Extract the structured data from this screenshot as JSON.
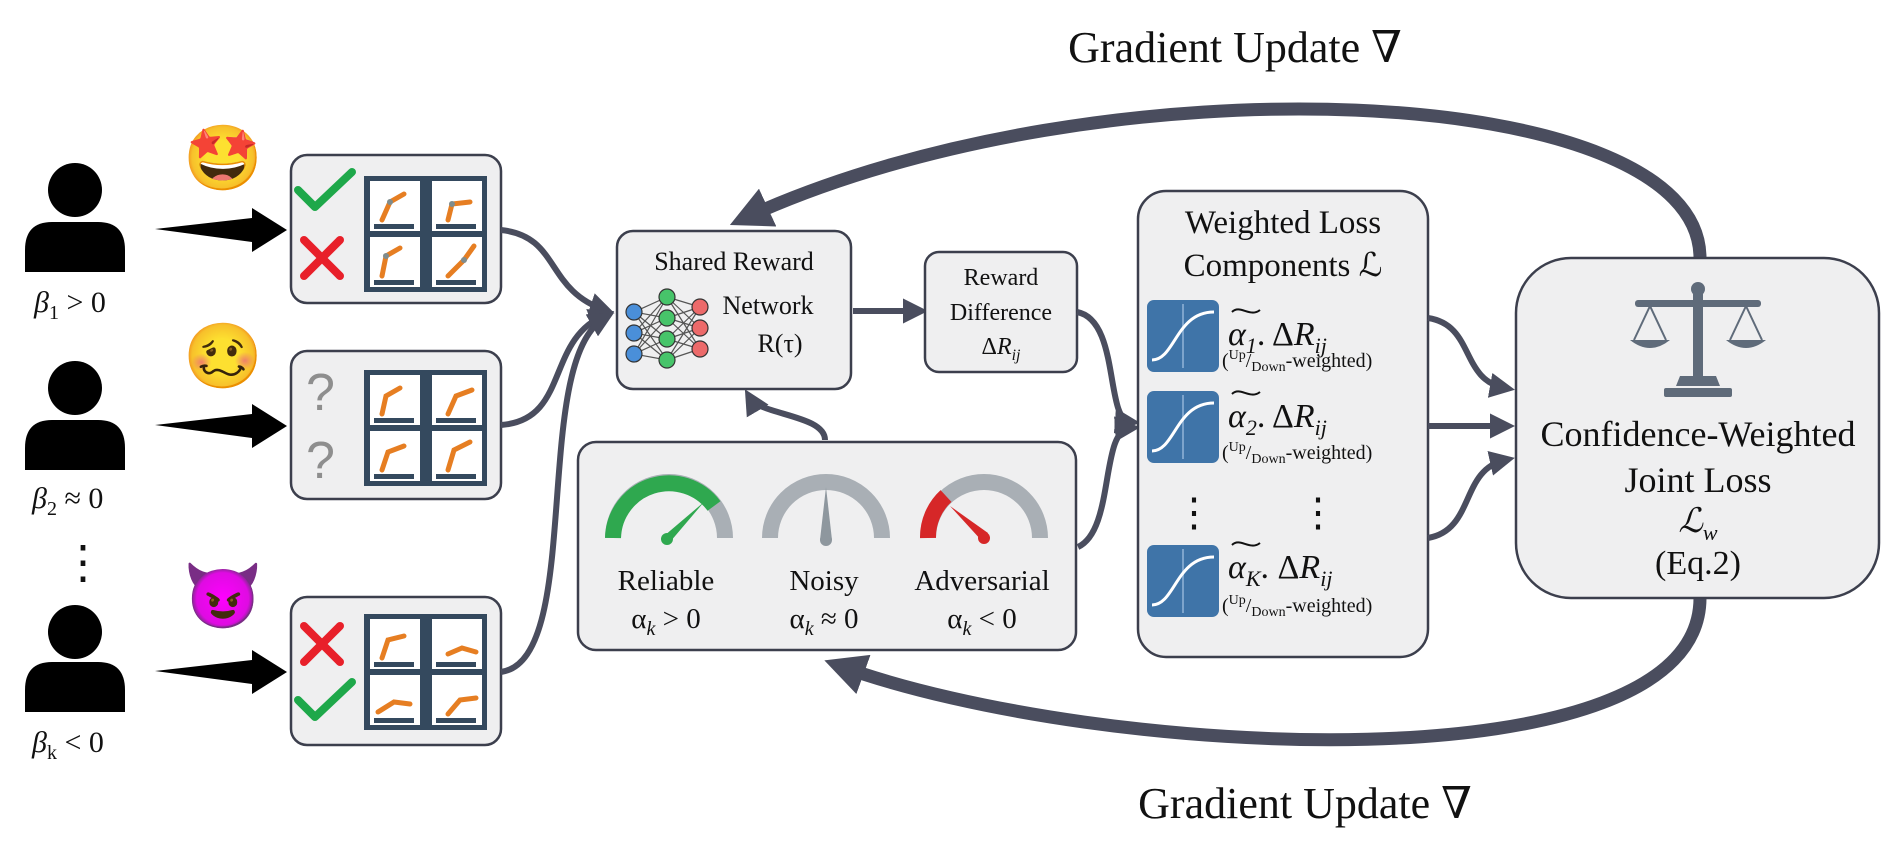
{
  "title_top": "Gradient Update ∇",
  "title_bottom": "Gradient Update ∇",
  "annotators": [
    {
      "beta_sym": "β",
      "beta_sub": "1",
      "beta_rel": " > 0",
      "emoji": "🤩",
      "marks": [
        "check",
        "cross"
      ]
    },
    {
      "beta_sym": "β",
      "beta_sub": "2",
      "beta_rel": " ≈ 0",
      "emoji": "🥴",
      "marks": [
        "question",
        "question"
      ]
    },
    {
      "beta_sym": "β",
      "beta_sub": "k",
      "beta_rel": " < 0",
      "emoji": "😈",
      "marks": [
        "cross",
        "check"
      ]
    }
  ],
  "ellipsis": "⋮",
  "shared_reward": {
    "line1": "Shared Reward",
    "line2": "Network",
    "line3": "R(τ)"
  },
  "reward_diff": {
    "line1": "Reward",
    "line2": "Difference",
    "line3_prefix": "Δ",
    "line3_var": "R",
    "line3_sub": "ij"
  },
  "gauges": [
    {
      "label": "Reliable",
      "alpha": "α",
      "alpha_sub": "k",
      "relation": " > 0",
      "color": "#2fa84f",
      "level": 0.75
    },
    {
      "label": "Noisy",
      "alpha": "α",
      "alpha_sub": "k",
      "relation": " ≈ 0",
      "color": "#8e979e",
      "level": 0.5
    },
    {
      "label": "Adversarial",
      "alpha": "α",
      "alpha_sub": "k",
      "relation": " < 0",
      "color": "#d62728",
      "level": 0.22
    }
  ],
  "weighted_loss": {
    "title1": "Weighted Loss",
    "title2": "Components ℒ",
    "rows": [
      {
        "alpha": "α",
        "sub": "1",
        "term": ". Δ",
        "var": "R",
        "var_sub": "ij",
        "note_up": "Up",
        "note_down": "Down",
        "note_rest": "-weighted)"
      },
      {
        "alpha": "α",
        "sub": "2",
        "term": ". Δ",
        "var": "R",
        "var_sub": "ij",
        "note_up": "Up",
        "note_down": "Down",
        "note_rest": "-weighted)"
      },
      {
        "alpha": "α",
        "sub": "K",
        "term": ". Δ",
        "var": "R",
        "var_sub": "ij",
        "note_up": "Up",
        "note_down": "Down",
        "note_rest": "-weighted)"
      }
    ]
  },
  "joint_loss": {
    "line1": "Confidence-Weighted",
    "line2": "Joint Loss",
    "line3": "ℒ",
    "line3_sub": "w",
    "line4": "(Eq.2)"
  },
  "colors": {
    "arrow": "#4a4d5e",
    "box_fill": "#efeff0",
    "box_stroke": "#3c3f4d",
    "icon_blue": "#3f74a8",
    "scale": "#5f6b7a"
  }
}
